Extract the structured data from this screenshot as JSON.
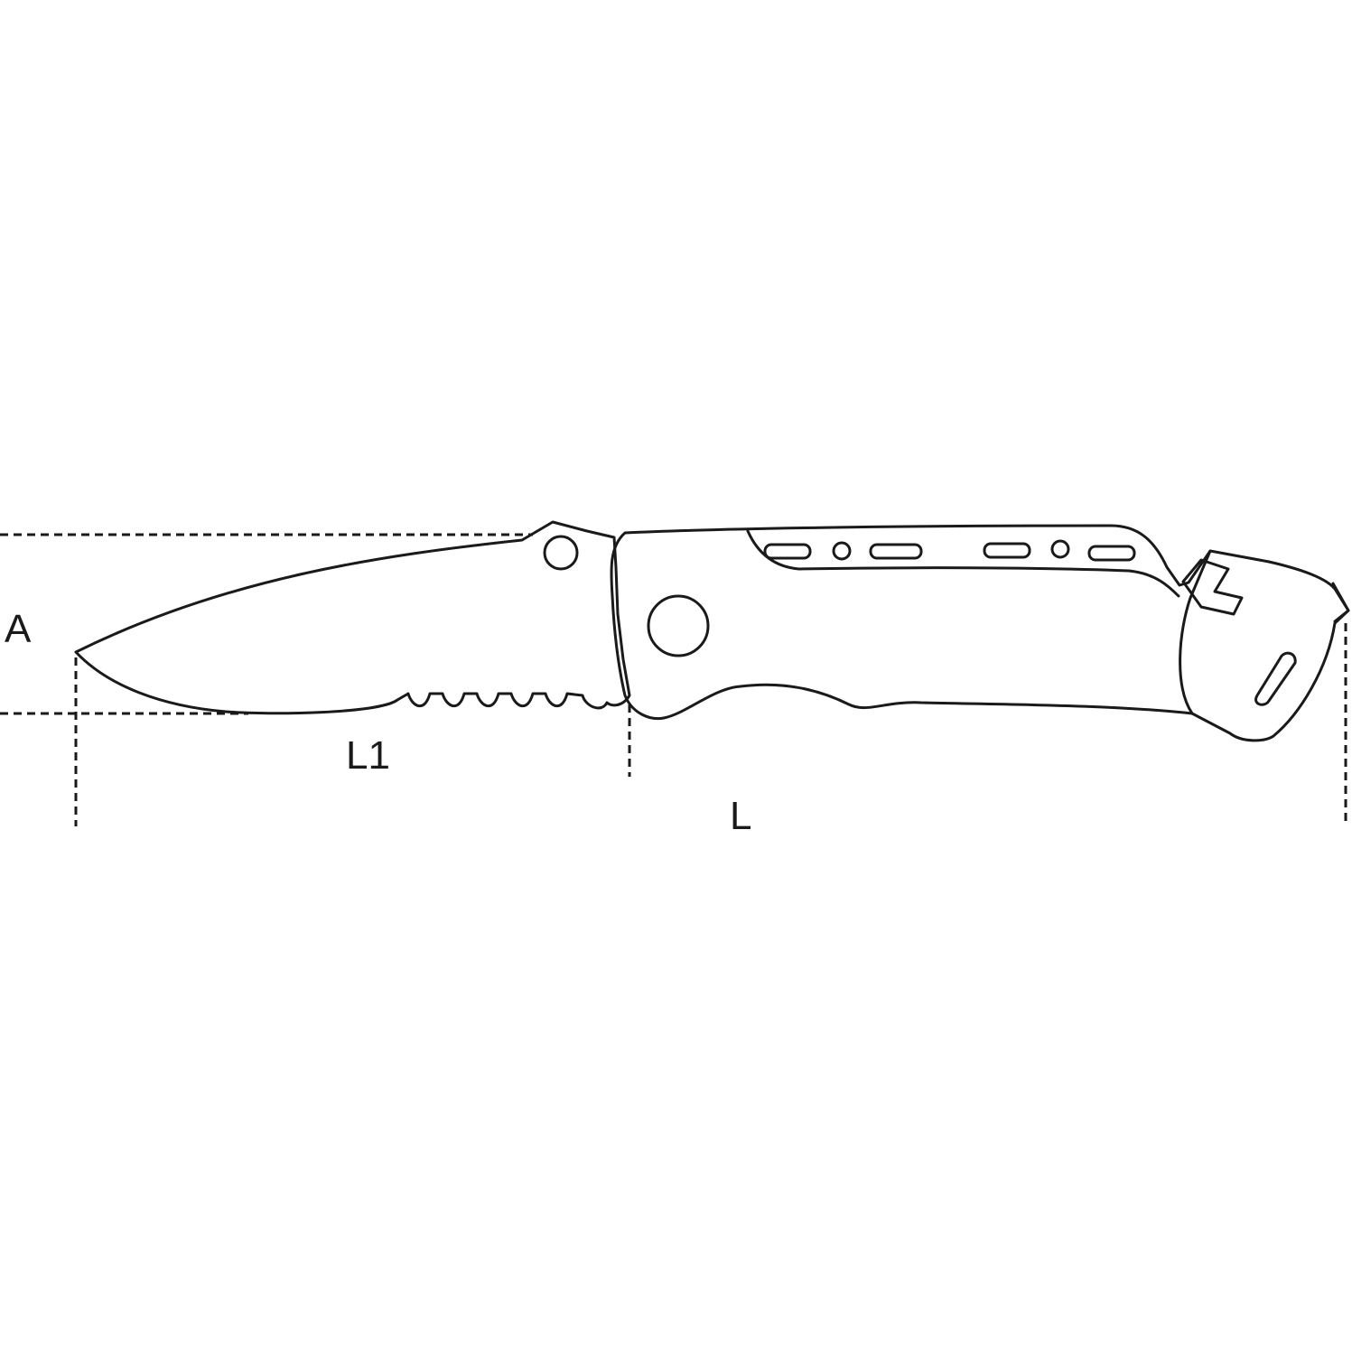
{
  "dimensions": {
    "height_label": "A",
    "blade_length_label": "L1",
    "total_length_label": "L"
  },
  "colors": {
    "line": "#1a1a1a",
    "background": "#ffffff"
  }
}
